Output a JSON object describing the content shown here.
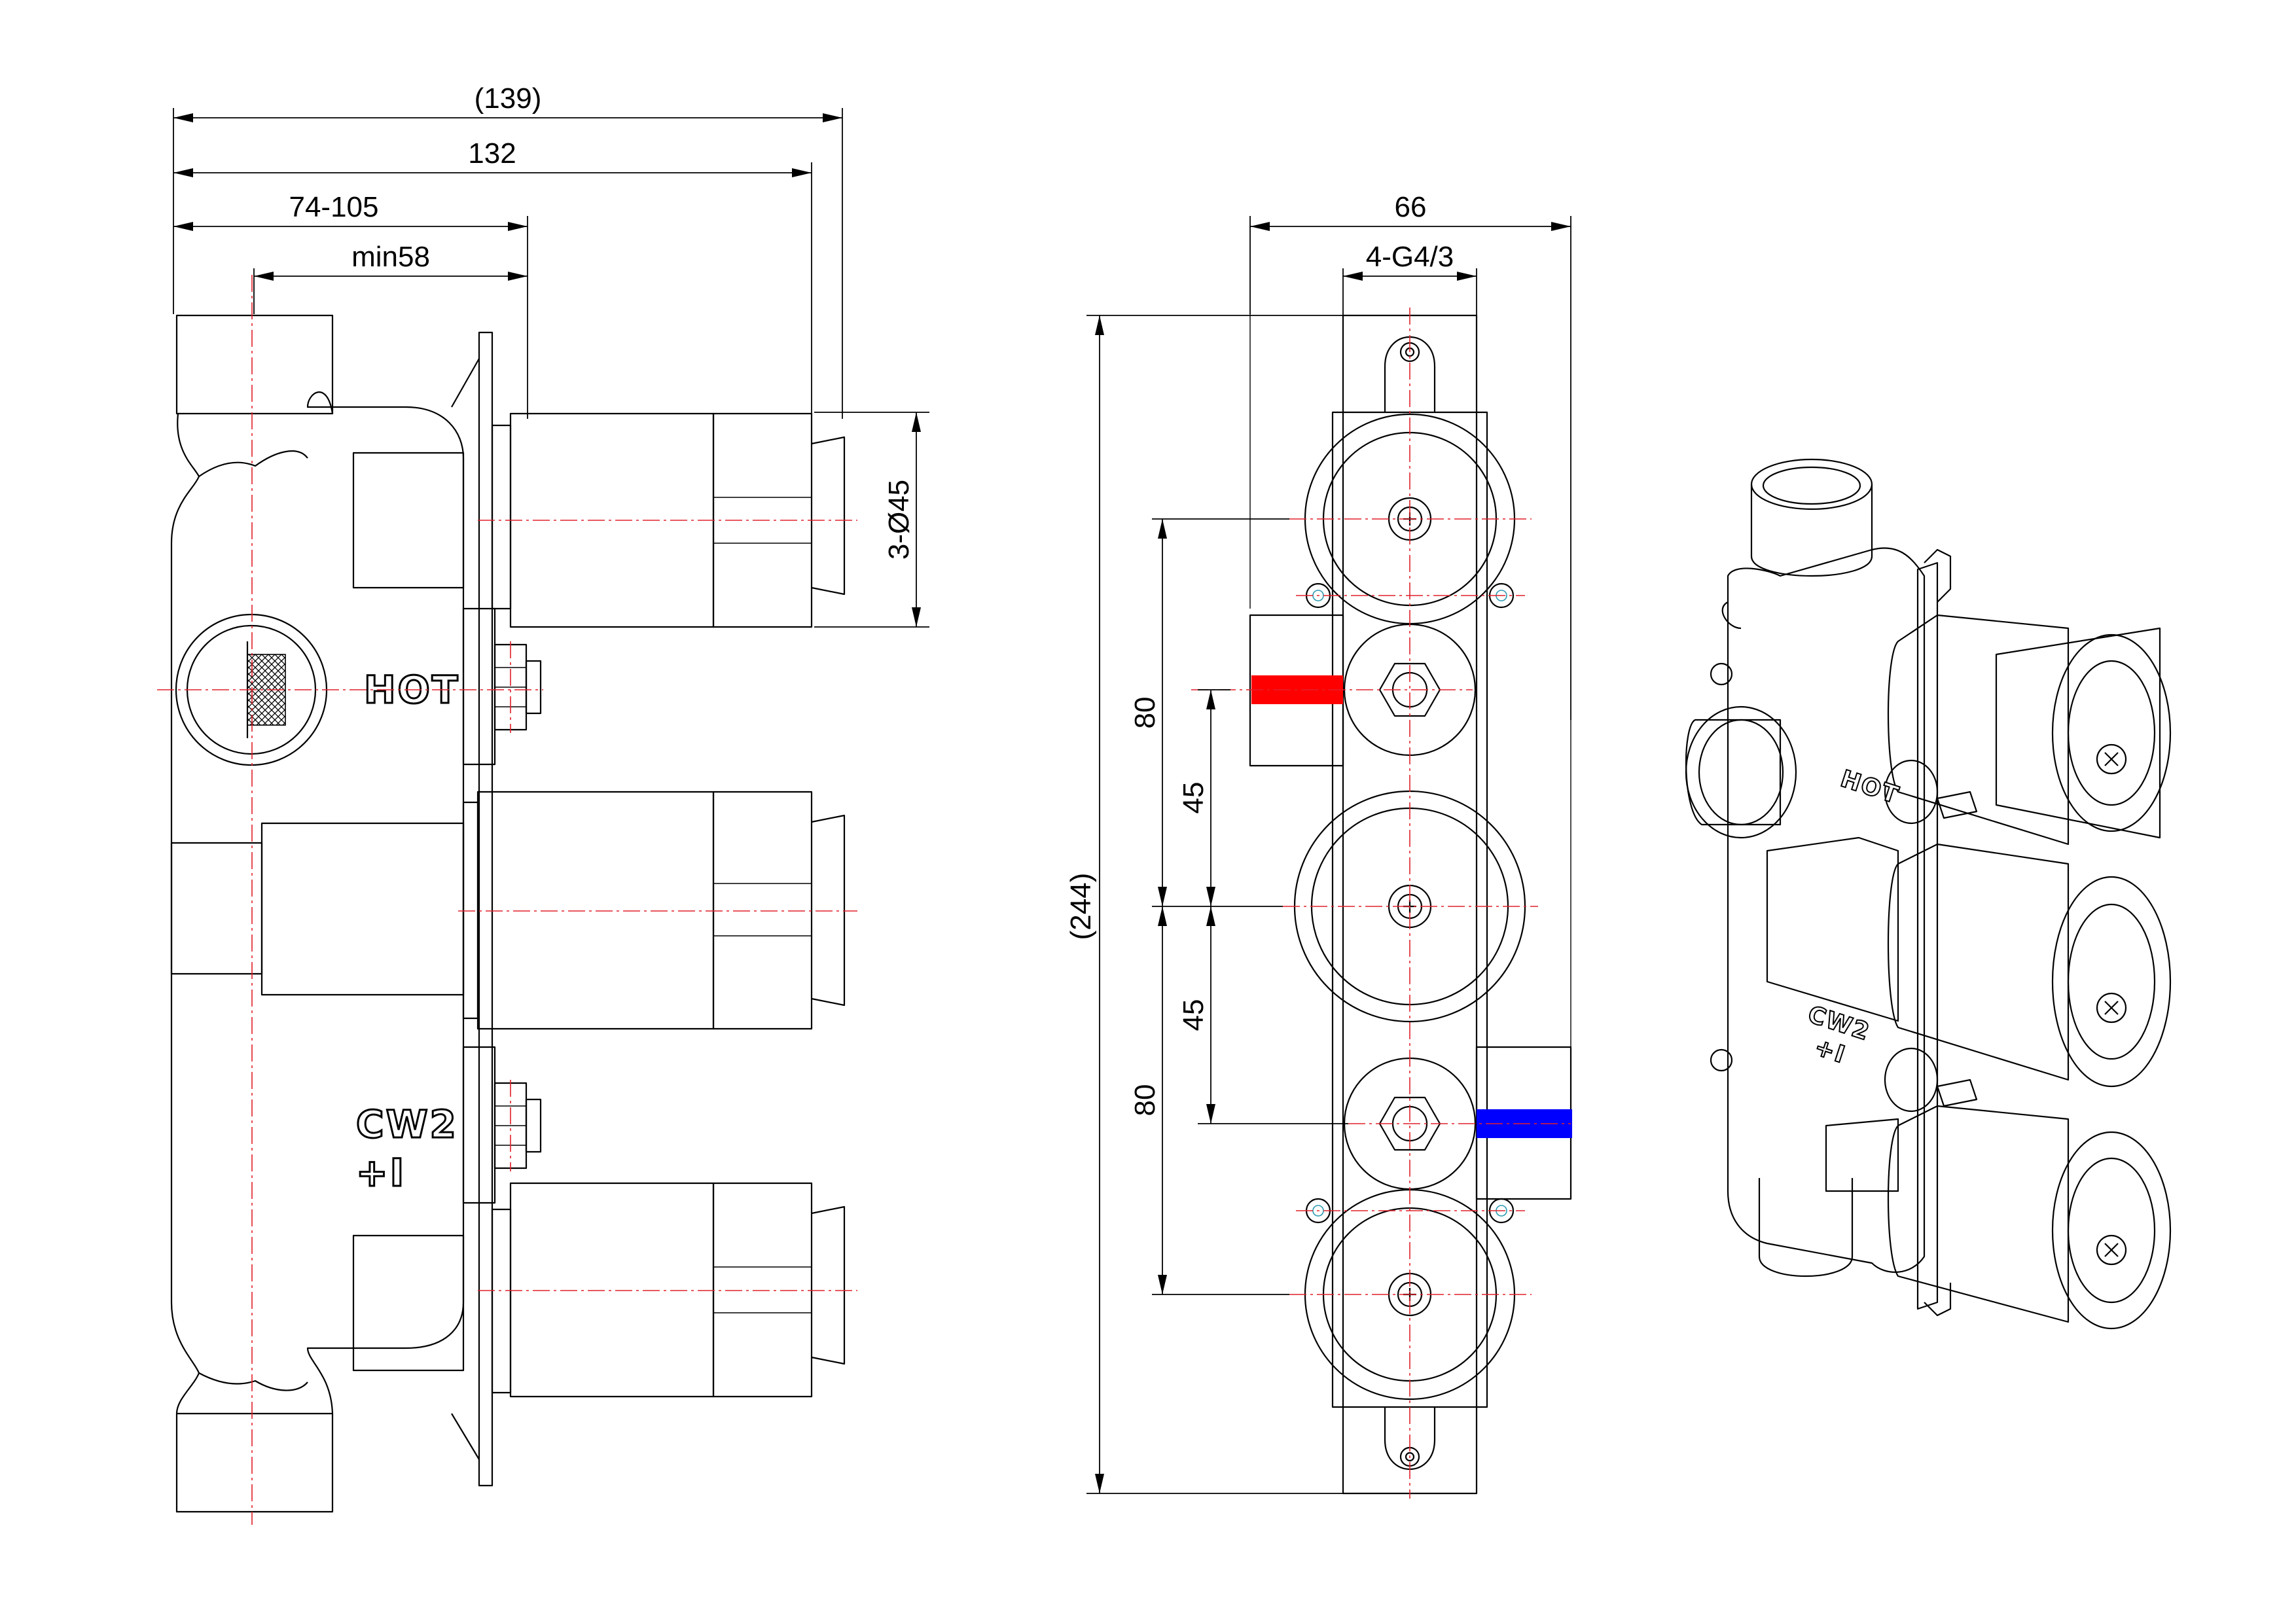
{
  "dimensions": {
    "overall_width_ref": "(139)",
    "body_width": "132",
    "adjustable_depth": "74-105",
    "min_depth": "min58",
    "knob_diameter": "3-Ø45",
    "front_width": "66",
    "thread_spec": "4-G4/3",
    "overall_height_ref": "(244)",
    "pitch_outer_upper": "80",
    "pitch_inner_upper": "45",
    "pitch_inner_lower": "45",
    "pitch_outer_lower": "80"
  },
  "markings": {
    "hot": "HOT",
    "cold_line1": "CW2",
    "cold_line2": "+I"
  },
  "colors": {
    "hot_inlet": "#ff0000",
    "cold_inlet": "#0000ff",
    "centerline": "#e0202a",
    "line": "#000000"
  },
  "views": [
    "side-view",
    "front-view",
    "isometric-view"
  ]
}
